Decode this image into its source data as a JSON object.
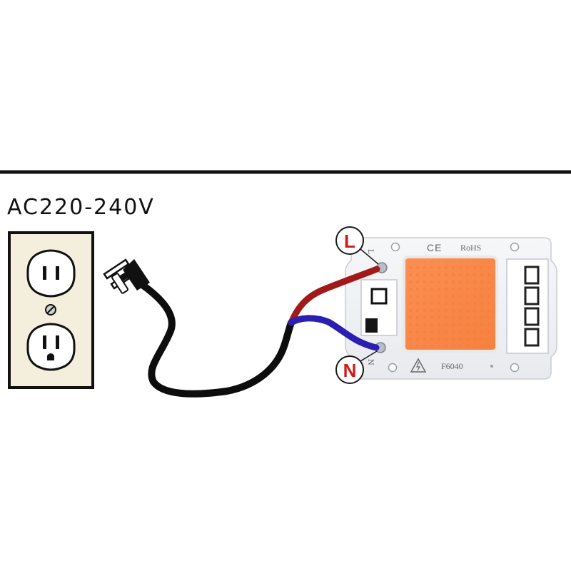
{
  "header": {
    "voltage_label": "AC220-240V"
  },
  "markers": {
    "live_label": "L",
    "neutral_label": "N"
  },
  "module": {
    "ce_mark": "CE",
    "rohs_mark": "RoHS",
    "model_number": "F6040",
    "pad_label_live": "L",
    "pad_label_neutral": "N"
  },
  "colors": {
    "live_wire": "#a11a1a",
    "neutral_wire": "#2a1fb0",
    "power_cord": "#0d0d0d",
    "led_emitter": "#f98a4c",
    "marker_ring": "#d11a1a",
    "outlet_plate": "#f4eedd",
    "pcb_board": "#f1f2f5"
  },
  "icons": {
    "outlet": "duplex-outlet-icon",
    "plug": "two-prong-plug-icon",
    "warning": "high-voltage-warning-icon",
    "ce": "ce-mark-icon"
  }
}
